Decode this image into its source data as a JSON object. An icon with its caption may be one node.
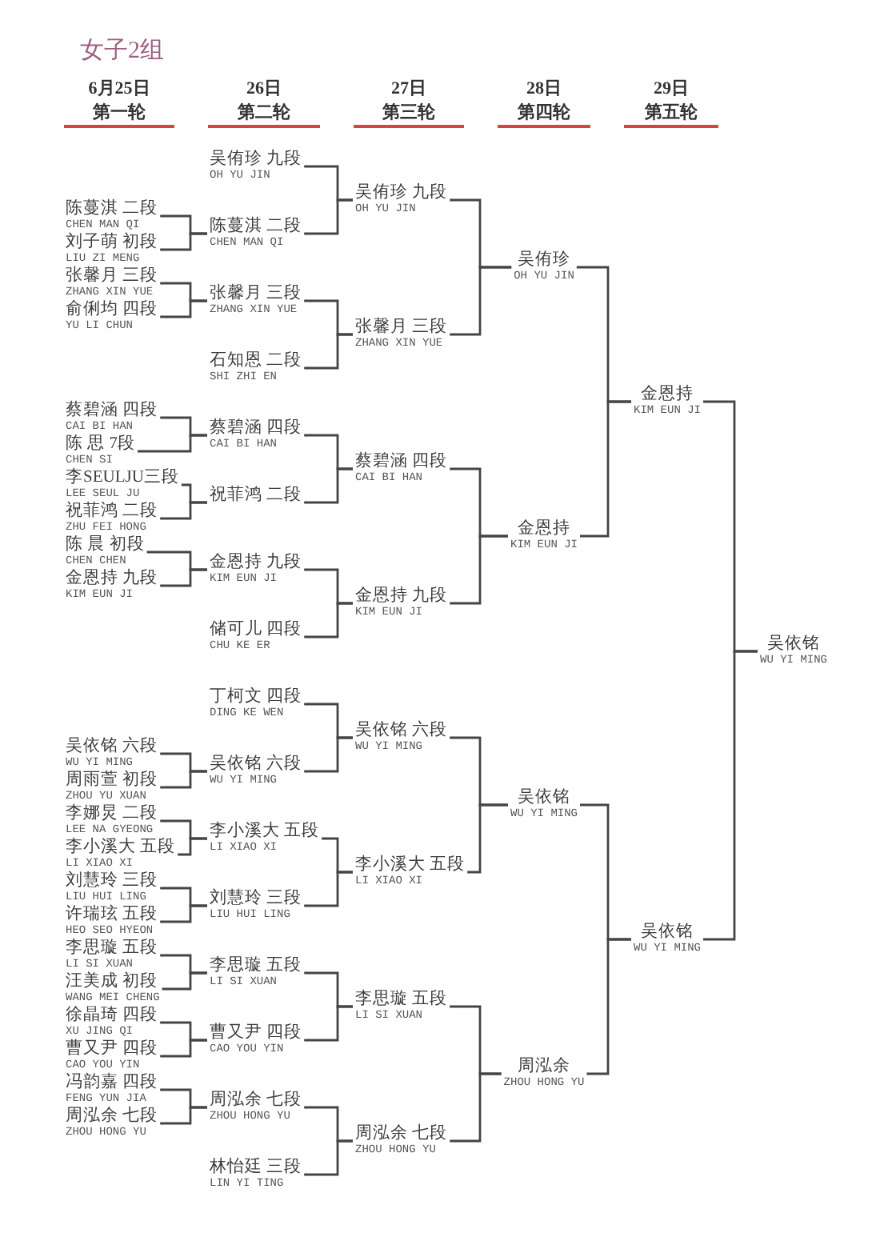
{
  "diagram": {
    "title": "女子2组",
    "nodes": [
      {
        "text": [
          "陈蔓淇 二段",
          "CHEN MAN QI"
        ]
      },
      {
        "text": [
          "刘子萌 初段",
          "LIU ZI MENG"
        ]
      },
      {
        "text": [
          "张馨月 三段",
          "ZHANG XIN YUE"
        ]
      },
      {
        "text": [
          "俞俐均 四段",
          "YU LI CHUN"
        ]
      },
      {
        "text": [
          "蔡碧涵 四段",
          "CAI BI HAN"
        ]
      },
      {
        "text": [
          "陈 思 7段",
          "CHEN SI"
        ]
      },
      {
        "text": [
          "李SEULJU三段",
          "LEE SEUL JU"
        ]
      },
      {
        "text": [
          "祝菲鸿 二段",
          "ZHU FEI HONG"
        ]
      },
      {
        "text": [
          "陈 晨 初段",
          "CHEN CHEN"
        ]
      },
      {
        "text": [
          "金恩持 九段",
          "KIM EUN JI"
        ]
      },
      {
        "text": [
          "吴依铭 六段",
          "WU YI MING"
        ]
      },
      {
        "text": [
          "周雨萱 初段",
          "ZHOU YU XUAN"
        ]
      },
      {
        "text": [
          "李娜炅 二段",
          "LEE NA GYEONG"
        ]
      },
      {
        "text": [
          "李小溪大 五段",
          "LI XIAO XI"
        ]
      },
      {
        "text": [
          "刘慧玲 三段",
          "LIU HUI LING"
        ]
      },
      {
        "text": [
          "许瑞玹 五段",
          "HEO SEO HYEON"
        ]
      },
      {
        "text": [
          "李思璇 五段",
          "LI SI XUAN"
        ]
      },
      {
        "text": [
          "汪美成 初段",
          "WANG MEI CHENG"
        ]
      },
      {
        "text": [
          "徐晶琦 四段",
          "XU JING QI"
        ]
      },
      {
        "text": [
          "曹又尹 四段",
          "CAO YOU YIN"
        ]
      },
      {
        "text": [
          "冯韵嘉 四段",
          "FENG YUN JIA"
        ]
      },
      {
        "text": [
          "周泓余 七段",
          "ZHOU HONG YU"
        ]
      },
      {
        "text": [
          "吴侑珍 九段",
          "OH YU JIN"
        ]
      },
      {
        "text": [
          "陈蔓淇 二段",
          "CHEN MAN QI"
        ]
      },
      {
        "text": [
          "张馨月 三段",
          "ZHANG XIN YUE"
        ]
      },
      {
        "text": [
          "石知恩 二段",
          "SHI ZHI EN"
        ]
      },
      {
        "text": [
          "蔡碧涵 四段",
          "CAI BI HAN"
        ]
      },
      {
        "text": [
          "祝菲鸿 二段"
        ]
      },
      {
        "text": [
          "金恩持 九段",
          "KIM EUN JI"
        ]
      },
      {
        "text": [
          "储可儿 四段",
          "CHU KE ER"
        ]
      },
      {
        "text": [
          "丁柯文 四段",
          "DING KE WEN"
        ]
      },
      {
        "text": [
          "吴依铭 六段",
          "WU YI MING"
        ]
      },
      {
        "text": [
          "李小溪大 五段",
          "LI XIAO XI"
        ]
      },
      {
        "text": [
          "刘慧玲 三段",
          "LIU HUI LING"
        ]
      },
      {
        "text": [
          "李思璇 五段",
          "LI SI XUAN"
        ]
      },
      {
        "text": [
          "曹又尹 四段",
          "CAO YOU YIN"
        ]
      },
      {
        "text": [
          "周泓余 七段",
          "ZHOU HONG YU"
        ]
      },
      {
        "text": [
          "林怡廷 三段",
          "LIN YI TING"
        ]
      },
      {
        "text": [
          "吴侑珍 九段",
          "OH YU JIN"
        ]
      },
      {
        "text": [
          "张馨月 三段",
          "ZHANG XIN YUE"
        ]
      },
      {
        "text": [
          "蔡碧涵 四段",
          "CAI BI HAN"
        ]
      },
      {
        "text": [
          "金恩持 九段",
          "KIM EUN JI"
        ]
      },
      {
        "text": [
          "吴依铭 六段",
          "WU YI MING"
        ]
      },
      {
        "text": [
          "李小溪大 五段",
          "LI XIAO XI"
        ]
      },
      {
        "text": [
          "李思璇 五段",
          "LI SI XUAN"
        ]
      },
      {
        "text": [
          "周泓余 七段",
          "ZHOU HONG YU"
        ]
      },
      {
        "text": [
          "吴侑珍",
          "OH YU JIN"
        ]
      },
      {
        "text": [
          "金恩持",
          "KIM EUN JI"
        ]
      },
      {
        "text": [
          "吴依铭",
          "WU YI MING"
        ]
      },
      {
        "text": [
          "周泓余",
          "ZHOU HONG YU"
        ]
      },
      {
        "text": [
          "金恩持",
          "KIM EUN JI"
        ]
      },
      {
        "text": [
          "吴依铭",
          "WU YI MING"
        ]
      },
      {
        "text": [
          "吴依铭",
          "WU YI MING"
        ]
      }
    ],
    "edges": [
      {
        "from": 0,
        "to": 23,
        "arrow": "none"
      },
      {
        "from": 1,
        "to": 23,
        "arrow": "none"
      },
      {
        "from": 2,
        "to": 24,
        "arrow": "none"
      },
      {
        "from": 3,
        "to": 24,
        "arrow": "none"
      },
      {
        "from": 4,
        "to": 26,
        "arrow": "none"
      },
      {
        "from": 5,
        "to": 26,
        "arrow": "none"
      },
      {
        "from": 6,
        "to": 27,
        "arrow": "none"
      },
      {
        "from": 7,
        "to": 27,
        "arrow": "none"
      },
      {
        "from": 8,
        "to": 28,
        "arrow": "none"
      },
      {
        "from": 9,
        "to": 28,
        "arrow": "none"
      },
      {
        "from": 10,
        "to": 31,
        "arrow": "none"
      },
      {
        "from": 11,
        "to": 31,
        "arrow": "none"
      },
      {
        "from": 12,
        "to": 32,
        "arrow": "none"
      },
      {
        "from": 13,
        "to": 32,
        "arrow": "none"
      },
      {
        "from": 14,
        "to": 33,
        "arrow": "none"
      },
      {
        "from": 15,
        "to": 33,
        "arrow": "none"
      },
      {
        "from": 16,
        "to": 34,
        "arrow": "none"
      },
      {
        "from": 17,
        "to": 34,
        "arrow": "none"
      },
      {
        "from": 18,
        "to": 35,
        "arrow": "none"
      },
      {
        "from": 19,
        "to": 35,
        "arrow": "none"
      },
      {
        "from": 20,
        "to": 36,
        "arrow": "none"
      },
      {
        "from": 21,
        "to": 36,
        "arrow": "none"
      },
      {
        "from": 22,
        "to": 38,
        "arrow": "none"
      },
      {
        "from": 23,
        "to": 38,
        "arrow": "none"
      },
      {
        "from": 24,
        "to": 39,
        "arrow": "none"
      },
      {
        "from": 25,
        "to": 39,
        "arrow": "none"
      },
      {
        "from": 26,
        "to": 40,
        "arrow": "none"
      },
      {
        "from": 27,
        "to": 40,
        "arrow": "none"
      },
      {
        "from": 28,
        "to": 41,
        "arrow": "none"
      },
      {
        "from": 29,
        "to": 41,
        "arrow": "none"
      },
      {
        "from": 30,
        "to": 42,
        "arrow": "none"
      },
      {
        "from": 31,
        "to": 42,
        "arrow": "none"
      },
      {
        "from": 32,
        "to": 43,
        "arrow": "none"
      },
      {
        "from": 33,
        "to": 43,
        "arrow": "none"
      },
      {
        "from": 34,
        "to": 44,
        "arrow": "none"
      },
      {
        "from": 35,
        "to": 44,
        "arrow": "none"
      },
      {
        "from": 36,
        "to": 45,
        "arrow": "none"
      },
      {
        "from": 37,
        "to": 45,
        "arrow": "none"
      },
      {
        "from": 38,
        "to": 46,
        "arrow": "none"
      },
      {
        "from": 39,
        "to": 46,
        "arrow": "none"
      },
      {
        "from": 40,
        "to": 47,
        "arrow": "none"
      },
      {
        "from": 41,
        "to": 47,
        "arrow": "none"
      },
      {
        "from": 42,
        "to": 48,
        "arrow": "none"
      },
      {
        "from": 43,
        "to": 48,
        "arrow": "none"
      },
      {
        "from": 44,
        "to": 49,
        "arrow": "none"
      },
      {
        "from": 45,
        "to": 49,
        "arrow": "none"
      },
      {
        "from": 46,
        "to": 50,
        "arrow": "none"
      },
      {
        "from": 47,
        "to": 50,
        "arrow": "none"
      },
      {
        "from": 48,
        "to": 51,
        "arrow": "none"
      },
      {
        "from": 49,
        "to": 51,
        "arrow": "none"
      },
      {
        "from": 50,
        "to": 52,
        "arrow": "none"
      },
      {
        "from": 51,
        "to": 52,
        "arrow": "none"
      }
    ],
    "labels": [
      "6月25日",
      "26日",
      "27日",
      "28日",
      "29日",
      "第一轮",
      "第二轮",
      "第三轮",
      "第四轮",
      "第五轮"
    ]
  }
}
